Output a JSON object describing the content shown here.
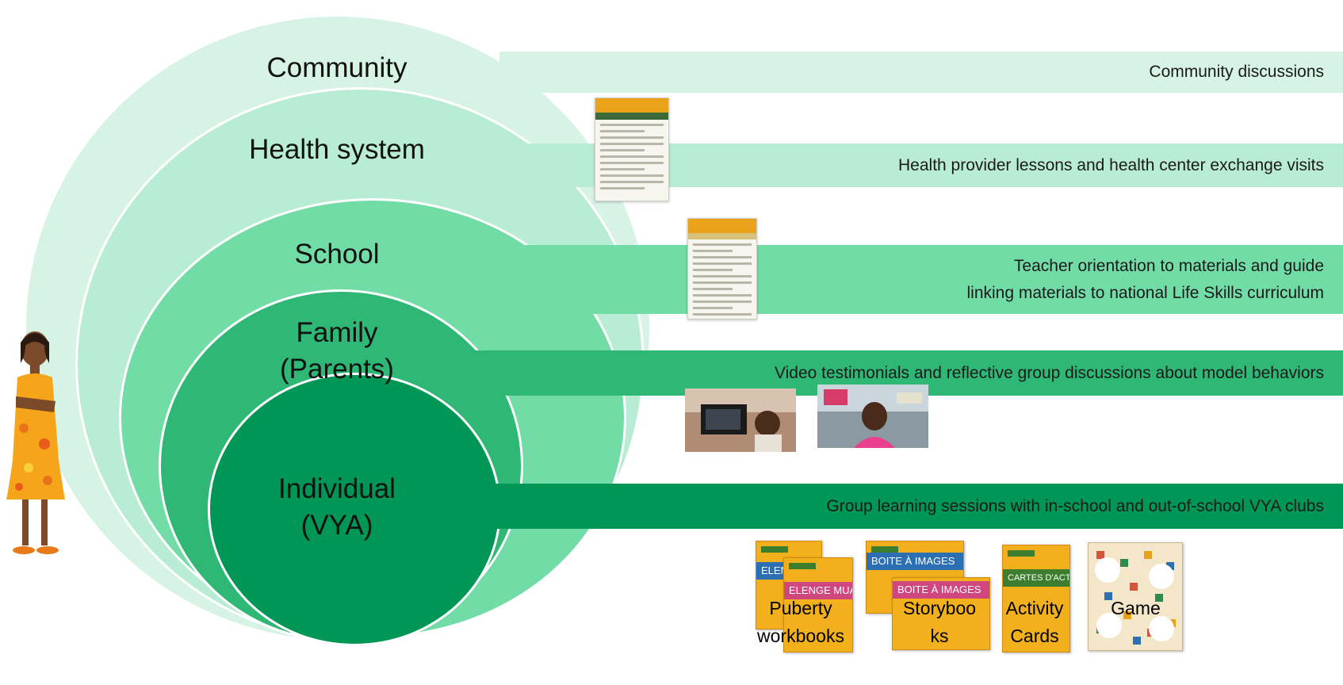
{
  "levels": [
    {
      "id": "community",
      "label": "Community",
      "activity": "Community discussions",
      "color": "#d6f3e6"
    },
    {
      "id": "health",
      "label": "Health system",
      "activity": "Health provider lessons and health center exchange visits",
      "color": "#b9ecd4"
    },
    {
      "id": "school",
      "label": "School",
      "activity_line1": "Teacher orientation to materials and guide",
      "activity_line2": "linking materials to national Life Skills curriculum",
      "color": "#72dca7"
    },
    {
      "id": "family",
      "label_line1": "Family",
      "label_line2": "(Parents)",
      "activity": "Video testimonials and reflective group discussions about model behaviors",
      "color": "#2fb776"
    },
    {
      "id": "individual",
      "label_line1": "Individual",
      "label_line2": "(VYA)",
      "activity": "Group learning sessions with in-school and out-of-school VYA clubs",
      "color": "#009655"
    }
  ],
  "materials": {
    "puberty": {
      "line1": "Puberty",
      "line2": "workbooks",
      "cover_title": "ELENGE MUASI"
    },
    "storybooks": {
      "line1": "Storyboo",
      "line2": "ks",
      "cover_title": "BOITE À IMAGES"
    },
    "activity_cards": {
      "line1": "Activity",
      "line2": "Cards",
      "cover_title": "CARTES D'ACTIVITÉS"
    },
    "game": {
      "label": "Game"
    }
  }
}
